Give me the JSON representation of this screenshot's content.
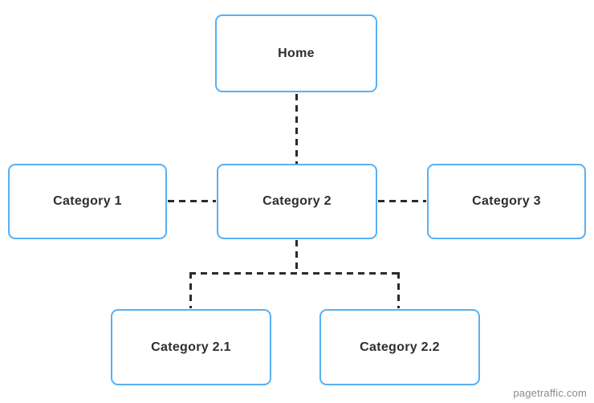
{
  "diagram": {
    "type": "sitemap-flowchart",
    "nodes": [
      {
        "id": "home",
        "label": "Home"
      },
      {
        "id": "category-1",
        "label": "Category 1"
      },
      {
        "id": "category-2",
        "label": "Category 2"
      },
      {
        "id": "category-3",
        "label": "Category 3"
      },
      {
        "id": "category-2-1",
        "label": "Category 2.1"
      },
      {
        "id": "category-2-2",
        "label": "Category 2.2"
      }
    ],
    "edges": [
      {
        "from": "home",
        "to": "category-2",
        "style": "dashed"
      },
      {
        "from": "category-1",
        "to": "category-2",
        "style": "dashed"
      },
      {
        "from": "category-2",
        "to": "category-3",
        "style": "dashed"
      },
      {
        "from": "category-2",
        "to": "category-2-1",
        "style": "dashed"
      },
      {
        "from": "category-2",
        "to": "category-2-2",
        "style": "dashed"
      }
    ],
    "colors": {
      "box_border": "#58b0f2",
      "box_fill": "#ffffff",
      "connector": "#2b2b2b",
      "label_text": "#2e2e2e",
      "watermark_text": "#8a8a8a",
      "background": "#ffffff"
    }
  },
  "watermark": {
    "text": "pagetraffic.com"
  }
}
